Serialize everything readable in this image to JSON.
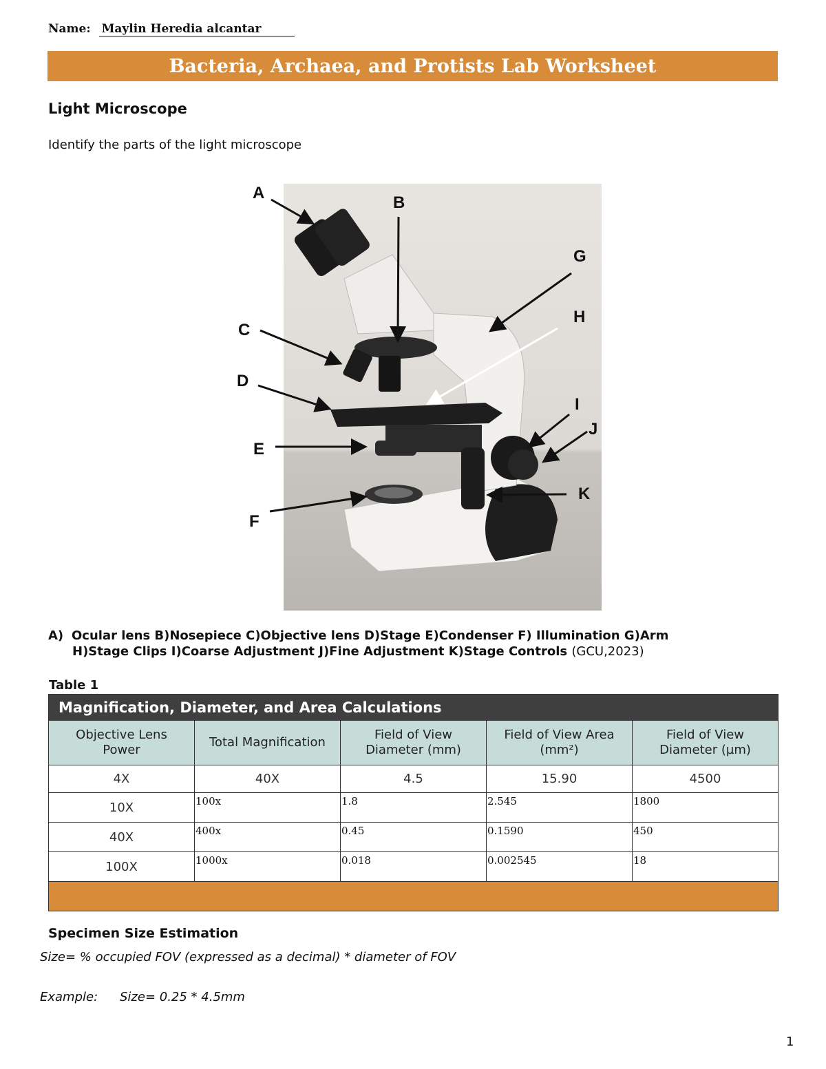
{
  "header": {
    "name_label": "Name:",
    "name_value": "Maylin Heredia alcantar",
    "title": "Bacteria, Archaea, and Protists Lab Worksheet"
  },
  "section": {
    "heading": "Light Microscope",
    "instruction": "Identify the parts of the light microscope"
  },
  "figure": {
    "callouts": [
      "A",
      "B",
      "C",
      "D",
      "E",
      "F",
      "G",
      "H",
      "I",
      "J",
      "K"
    ]
  },
  "parts_answer": {
    "marker": "A)",
    "line1": "Ocular lens B)Nosepiece C)Objective lens D)Stage E)Condenser F) Illumination G)Arm",
    "line2": "H)Stage Clips I)Coarse Adjustment J)Fine Adjustment K)Stage Controls",
    "citation": "(GCU,2023)"
  },
  "table": {
    "caption": "Table 1",
    "title": "Magnification, Diameter, and Area Calculations",
    "headers": [
      "Objective Lens Power",
      "Total Magnification",
      "Field of View Diameter (mm)",
      "Field of View Area (mm²)",
      "Field of View Diameter (µm)"
    ],
    "rows": [
      [
        "4X",
        "40X",
        "4.5",
        "15.90",
        "4500"
      ],
      [
        "10X",
        "100x",
        "1.8",
        "2.545",
        "1800"
      ],
      [
        "40X",
        "400x",
        "0.45",
        "0.1590",
        "450"
      ],
      [
        "100X",
        "1000x",
        "0.018",
        "0.002545",
        "18"
      ]
    ]
  },
  "specimen": {
    "heading": "Specimen Size Estimation",
    "formula": "Size= % occupied FOV (expressed as a decimal) * diameter of FOV",
    "example_label": "Example:",
    "example_value": "Size= 0.25 * 4.5mm"
  },
  "page_number": "1",
  "colors": {
    "accent_orange": "#d88c3a",
    "table_title_bg": "#3f3f3f",
    "header_teal": "#c6dcd8"
  }
}
